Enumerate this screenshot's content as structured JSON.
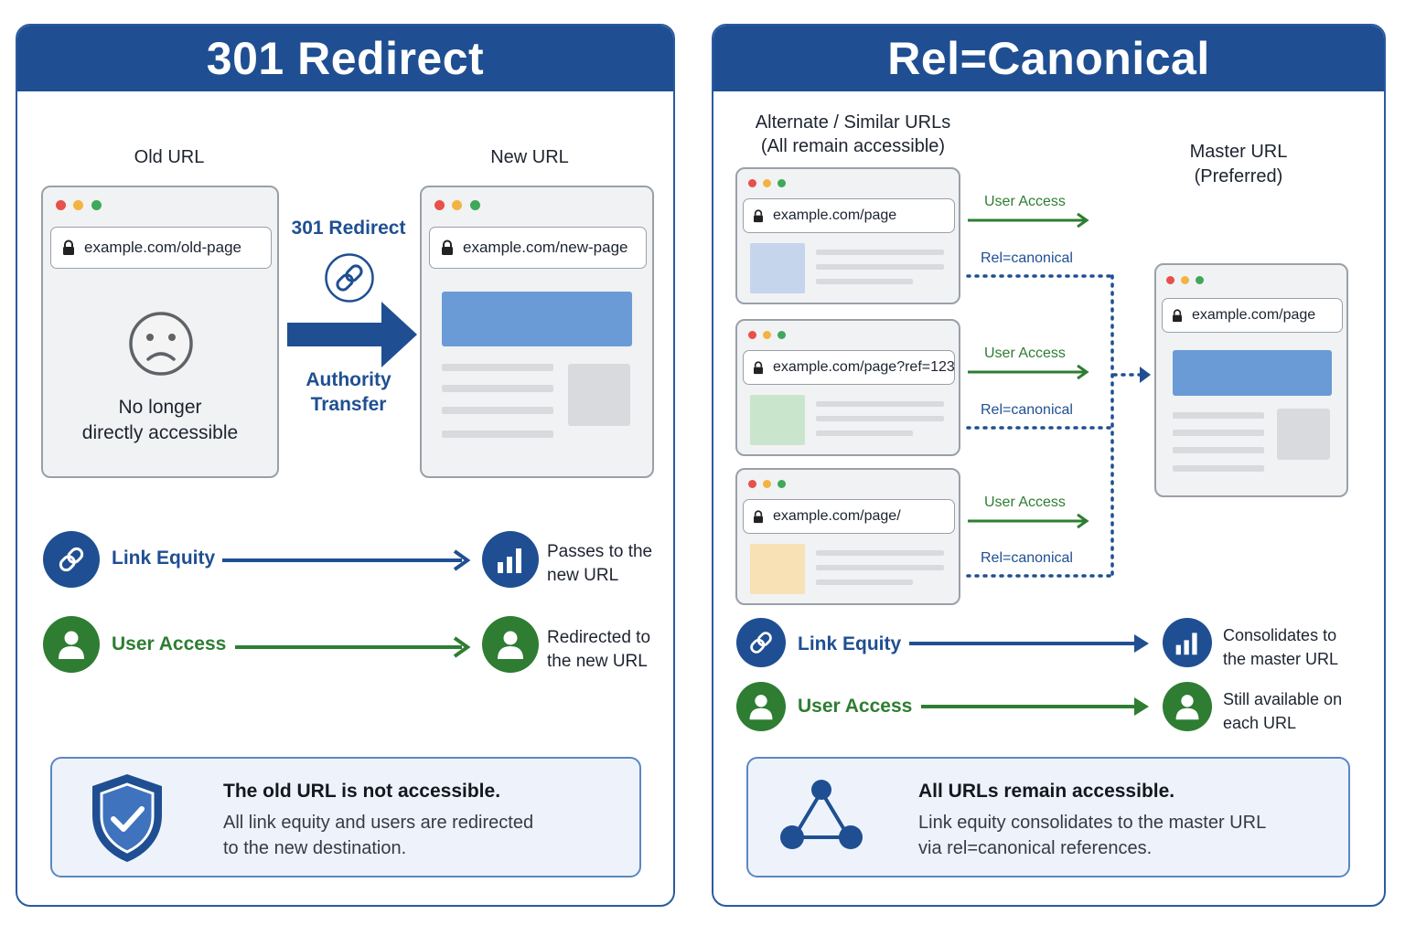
{
  "left": {
    "title": "301 Redirect",
    "old_url_heading": "Old URL",
    "new_url_heading": "New URL",
    "old_url": "example.com/old-page",
    "new_url": "example.com/new-page",
    "old_status_line1": "No longer",
    "old_status_line2": "directly accessible",
    "redirect_label": "301 Redirect",
    "authority_line1": "Authority",
    "authority_line2": "Transfer",
    "link_equity_label": "Link Equity",
    "link_equity_desc_line1": "Passes to the",
    "link_equity_desc_line2": "new URL",
    "user_access_label": "User Access",
    "user_access_desc_line1": "Redirected to",
    "user_access_desc_line2": "the new URL",
    "note_title": "The old URL is not accessible.",
    "note_line1": "All link equity and users are redirected",
    "note_line2": "to the new destination."
  },
  "right": {
    "title": "Rel=Canonical",
    "alt_heading_line1": "Alternate / Similar URLs",
    "alt_heading_line2": "(All remain accessible)",
    "master_heading_line1": "Master URL",
    "master_heading_line2": "(Preferred)",
    "alternates": [
      {
        "url": "example.com/page",
        "thumb_color": "#c5d5ec"
      },
      {
        "url": "example.com/page?ref=123",
        "thumb_color": "#c9e6cd"
      },
      {
        "url": "example.com/page/",
        "thumb_color": "#f7e1b5"
      }
    ],
    "user_access_small": "User Access",
    "rel_canonical_small": "Rel=canonical",
    "master_url": "example.com/page",
    "link_equity_label": "Link Equity",
    "link_equity_desc_line1": "Consolidates to",
    "link_equity_desc_line2": "the master URL",
    "user_access_label": "User Access",
    "user_access_desc_line1": "Still available on",
    "user_access_desc_line2": "each URL",
    "note_title": "All URLs remain accessible.",
    "note_line1": "Link equity consolidates to the master URL",
    "note_line2": "via rel=canonical references."
  },
  "colors": {
    "header_blue": "#1f4f92",
    "link_blue": "#1f4f92",
    "access_green": "#2e7d32",
    "content_block_blue": "#6a9bd6",
    "note_bg": "#eef3fb"
  },
  "icons": {
    "link": "link-icon",
    "chart": "bar-chart-icon",
    "user": "user-icon",
    "sad": "sad-face-icon",
    "shield": "shield-check-icon",
    "network": "network-triangle-icon",
    "lock": "lock-icon"
  }
}
